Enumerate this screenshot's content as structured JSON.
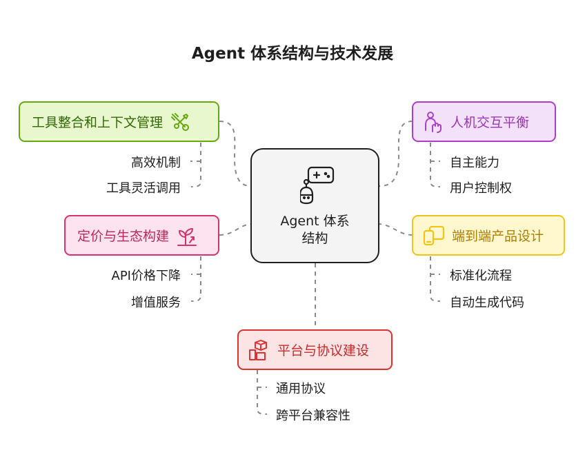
{
  "title": "Agent 体系结构与技术发展",
  "center": {
    "label_line1": "Agent 体系",
    "label_line2": "结构",
    "icon": "robot-gamepad-icon"
  },
  "nodes": {
    "tools": {
      "label": "工具整合和上下文管理",
      "icon": "tools-icon",
      "border": "#66a80f",
      "fill": "#e9f7cf",
      "text": "#2f6b00",
      "items": [
        "高效机制",
        "工具灵活调用"
      ]
    },
    "human": {
      "label": "人机交互平衡",
      "icon": "human-hand-icon",
      "border": "#ae3ec9",
      "fill": "#f3e1fa",
      "text": "#9c36b5",
      "items": [
        "自主能力",
        "用户控制权"
      ]
    },
    "pricing": {
      "label": "定价与生态构建",
      "icon": "plant-growth-icon",
      "border": "#d6336c",
      "fill": "#fde3ef",
      "text": "#c2255c",
      "items": [
        "API价格下降",
        "增值服务"
      ]
    },
    "product": {
      "label": "端到端产品设计",
      "icon": "devices-icon",
      "border": "#f0c419",
      "fill": "#fff8cf",
      "text": "#b07d00",
      "items": [
        "标准化流程",
        "自动生成代码"
      ]
    },
    "platform": {
      "label": "平台与协议建设",
      "icon": "blocks-icon",
      "border": "#e03131",
      "fill": "#fde4e4",
      "text": "#c92a2a",
      "items": [
        "通用协议",
        "跨平台兼容性"
      ]
    }
  }
}
